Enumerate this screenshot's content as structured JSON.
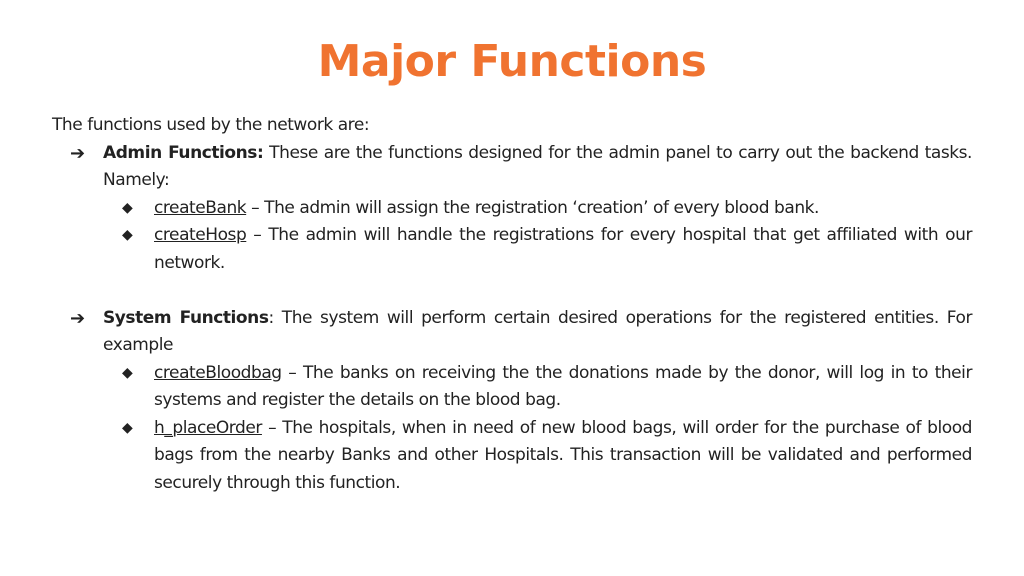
{
  "slide": {
    "title": "Major Functions",
    "intro": "The functions used by the network are:",
    "sections": [
      {
        "heading": "Admin Functions:",
        "text": " These are the functions designed for the admin panel to carry out the backend tasks. Namely:",
        "items": [
          {
            "name": "createBank",
            "description": " – The admin will assign the registration ‘creation’ of every blood bank."
          },
          {
            "name": "createHosp",
            "description": " – The admin will handle the registrations for every hospital that get affiliated with our network."
          }
        ]
      },
      {
        "heading": "System Functions",
        "text": ": The system will perform certain desired operations for the registered entities. For example",
        "items": [
          {
            "name": "createBloodbag",
            "description": " – The banks on receiving the the donations made by the donor, will log in to their systems and register the details on the blood bag."
          },
          {
            "name": "h_placeOrder",
            "description": " – The hospitals, when in need of new blood bags, will order for the purchase of blood bags from the nearby Banks and other Hospitals. This transaction will be validated and performed securely through this function."
          }
        ]
      }
    ]
  },
  "colors": {
    "title": "#F07330",
    "text": "#222222",
    "background": "#FFFFFF"
  },
  "icons": {
    "level1_marker": "➔",
    "level2_marker": "◆"
  }
}
